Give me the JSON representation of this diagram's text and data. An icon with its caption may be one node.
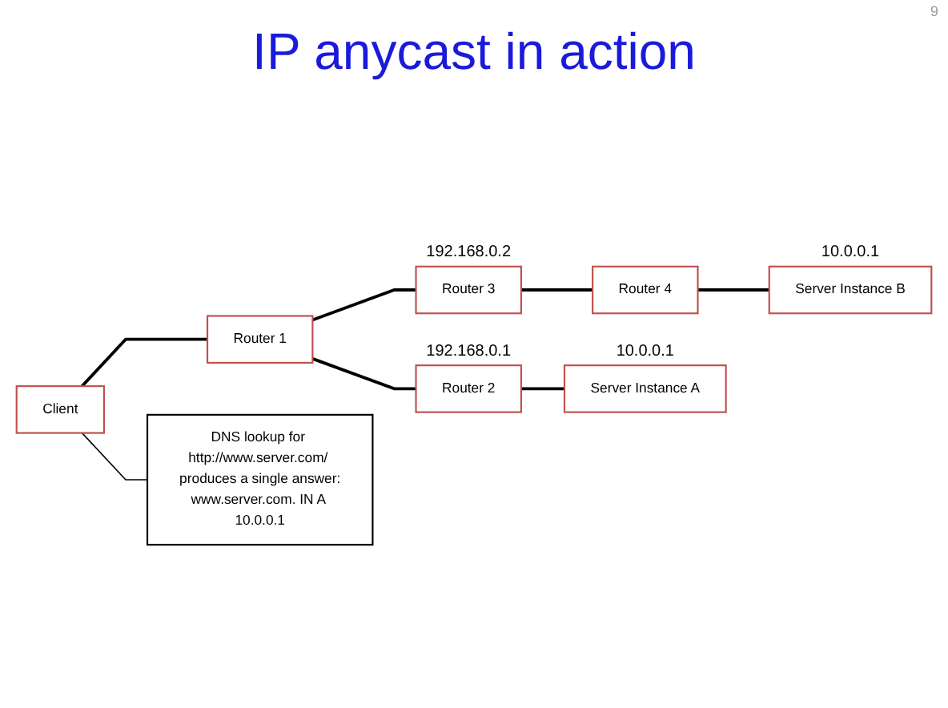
{
  "diagram": {
    "title": "IP anycast in action",
    "nodes": [
      {
        "text": [
          "Client"
        ]
      },
      {
        "text": [
          "Router 1"
        ]
      },
      {
        "text": [
          "Router 2"
        ],
        "beside": [
          "192.168.0.1"
        ]
      },
      {
        "text": [
          "Router 3"
        ],
        "beside": [
          "192.168.0.2"
        ]
      },
      {
        "text": [
          "Router 4"
        ]
      },
      {
        "text": [
          "Server Instance A"
        ],
        "beside": [
          "10.0.0.1"
        ]
      },
      {
        "text": [
          "Server Instance B"
        ],
        "beside": [
          "10.0.0.1"
        ]
      },
      {
        "text": [
          "DNS lookup for http://www.server.com/ produces a single answer:",
          "www.server.com. IN A 10.0.0.1"
        ]
      }
    ],
    "edges": [
      {
        "from": 0,
        "to": 1,
        "arrow": "none"
      },
      {
        "from": 1,
        "to": 2,
        "arrow": "none"
      },
      {
        "from": 1,
        "to": 3,
        "arrow": "none"
      },
      {
        "from": 2,
        "to": 5,
        "arrow": "none"
      },
      {
        "from": 3,
        "to": 4,
        "arrow": "none"
      },
      {
        "from": 4,
        "to": 6,
        "arrow": "none"
      },
      {
        "from": 0,
        "to": 7,
        "arrow": "none"
      }
    ],
    "labels": [
      "9"
    ]
  }
}
